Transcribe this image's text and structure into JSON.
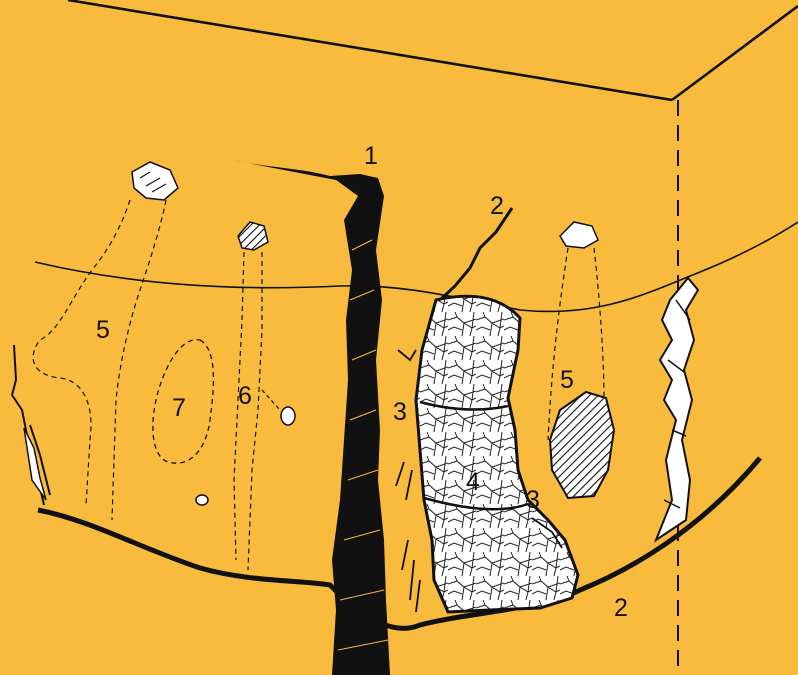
{
  "colors": {
    "background": "#F8BB3E",
    "ink": "#111111",
    "fill_block": "#FFFFFF"
  },
  "labels": {
    "l1": "1",
    "l2_top": "2",
    "l2_bottom": "2",
    "l3_left": "3",
    "l3_right": "3",
    "l4": "4",
    "l5_left": "5",
    "l5_right": "5",
    "l6": "6",
    "l7": "7"
  }
}
